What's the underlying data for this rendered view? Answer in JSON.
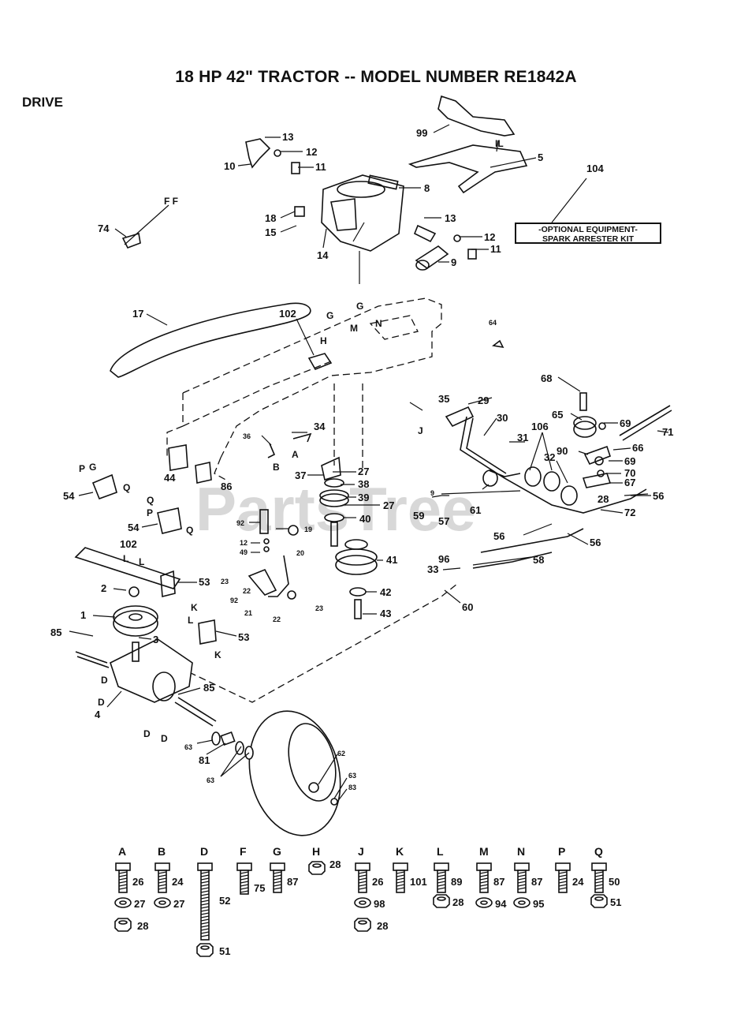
{
  "header": {
    "title": "18 HP 42\" TRACTOR -- MODEL NUMBER RE1842A",
    "section": "DRIVE"
  },
  "watermark": "PartsTree",
  "optional_box": {
    "number": "104",
    "line1": "-OPTIONAL EQUIPMENT-",
    "line2": "SPARK ARRESTER KIT"
  },
  "callouts": {
    "c99": "99",
    "c5": "5",
    "cIL": "IL",
    "c13a": "13",
    "c12a": "12",
    "c11a": "11",
    "c10": "10",
    "c8": "8",
    "c18": "18",
    "c15": "15",
    "c14": "14",
    "c13b": "13",
    "c12b": "12",
    "c11b": "11",
    "c9a": "9",
    "c74": "74",
    "cFF": "F F",
    "c17": "17",
    "c102a": "102",
    "cG1": "G",
    "cG2": "G",
    "cM": "M",
    "cN": "N",
    "cH": "H",
    "c64": "64",
    "c68": "68",
    "c65": "65",
    "c69a": "69",
    "c71": "71",
    "c29": "29",
    "c30": "30",
    "c35": "35",
    "cJ": "J",
    "c106": "106",
    "c31": "31",
    "c90": "90",
    "c66": "66",
    "c69b": "69",
    "c32": "32",
    "c70": "70",
    "c67": "67",
    "c56a": "56",
    "c28a": "28",
    "c72": "72",
    "c36": "36",
    "c34": "34",
    "cA": "A",
    "cB": "B",
    "c44": "44",
    "c86": "86",
    "c37": "37",
    "c27a": "27",
    "c38": "38",
    "c39": "39",
    "c27b": "27",
    "c40": "40",
    "c9b": "9",
    "c59": "59",
    "c57": "57",
    "c61": "61",
    "c56b": "56",
    "c56c": "56",
    "c54a": "54",
    "cPa": "P",
    "cGa": "G",
    "cQa": "Q",
    "c54b": "54",
    "cQb": "Q",
    "cPb": "P",
    "cQc": "Q",
    "c92a": "92",
    "c19": "19",
    "c12c": "12",
    "c49": "49",
    "c20": "20",
    "c41": "41",
    "c102b": "102",
    "cL1": "L",
    "cL2": "L",
    "c53a": "53",
    "c23a": "23",
    "c22a": "22",
    "c92b": "92",
    "c22b": "22",
    "c21": "21",
    "c23b": "23",
    "c42": "42",
    "c43": "43",
    "c96": "96",
    "c33": "33",
    "c58": "58",
    "c60": "60",
    "c2": "2",
    "c1": "1",
    "cK1": "K",
    "cL3": "L",
    "c53b": "53",
    "cK2": "K",
    "c85a": "85",
    "c3": "3",
    "c85b": "85",
    "cDa": "D",
    "cDb": "D",
    "c4": "4",
    "cDc": "D",
    "cDd": "D",
    "c63a": "63",
    "c81": "81",
    "c63b": "63",
    "c62": "62",
    "c63c": "63",
    "c83": "83"
  },
  "hardware_legend": [
    {
      "letter": "A",
      "parts": [
        "26",
        "27",
        "28"
      ]
    },
    {
      "letter": "B",
      "parts": [
        "24",
        "27"
      ]
    },
    {
      "letter": "D",
      "parts": [
        "52",
        "51"
      ]
    },
    {
      "letter": "F",
      "parts": [
        "75"
      ]
    },
    {
      "letter": "G",
      "parts": [
        "87"
      ]
    },
    {
      "letter": "H",
      "parts": [
        "28"
      ]
    },
    {
      "letter": "J",
      "parts": [
        "26",
        "98",
        "28"
      ]
    },
    {
      "letter": "K",
      "parts": [
        "101"
      ]
    },
    {
      "letter": "L",
      "parts": [
        "89",
        "28"
      ]
    },
    {
      "letter": "M",
      "parts": [
        "87",
        "94"
      ]
    },
    {
      "letter": "N",
      "parts": [
        "87",
        "95"
      ]
    },
    {
      "letter": "P",
      "parts": [
        "24"
      ]
    },
    {
      "letter": "Q",
      "parts": [
        "50",
        "51"
      ]
    }
  ]
}
